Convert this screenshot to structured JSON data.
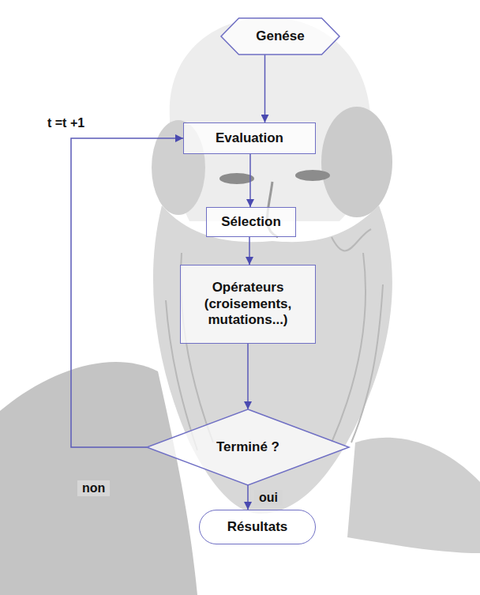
{
  "diagram": {
    "nodes": [
      {
        "text": [
          "Genése"
        ]
      },
      {
        "text": [
          "Evaluation"
        ]
      },
      {
        "text": [
          "Sélection"
        ]
      },
      {
        "text": [
          "Opérateurs (croisements, mutations...)"
        ]
      },
      {
        "text": [
          "Terminé ?"
        ]
      },
      {
        "text": [
          "Résultats"
        ]
      }
    ],
    "edges": [
      {
        "from": 0,
        "to": 1,
        "arrow": "to"
      },
      {
        "from": 1,
        "to": 2,
        "arrow": "to"
      },
      {
        "from": 2,
        "to": 3,
        "arrow": "to"
      },
      {
        "from": 3,
        "to": 4,
        "arrow": "to"
      },
      {
        "from": 4,
        "to": 5,
        "label": "oui",
        "arrow": "to"
      },
      {
        "from": 4,
        "to": 1,
        "label": "non",
        "arrow": "to"
      }
    ],
    "labels": [
      "t =t +1"
    ]
  }
}
